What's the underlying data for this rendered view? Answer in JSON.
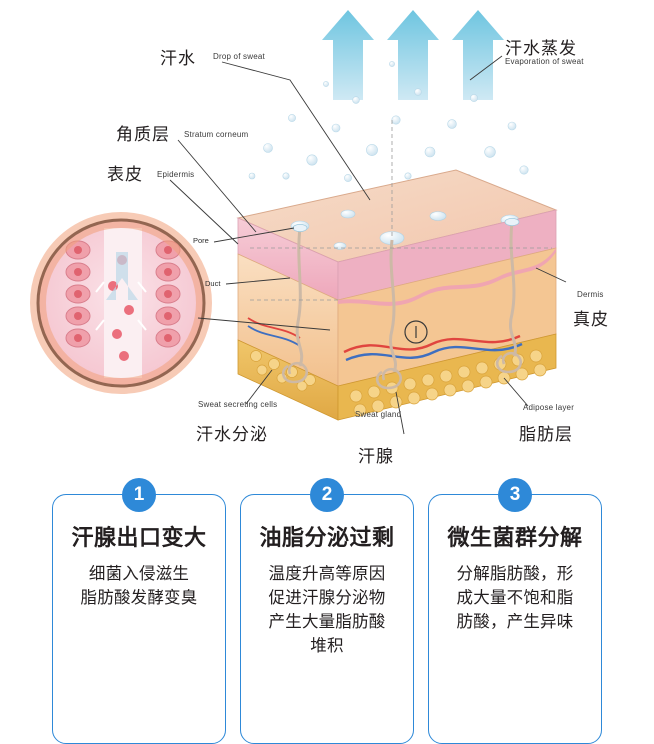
{
  "illustration": {
    "labels": {
      "sweat_cn": "汗水",
      "sweat_en": "Drop of sweat",
      "evaporation_cn": "汗水蒸发",
      "evaporation_en": "Evaporation of sweat",
      "stratum_cn": "角质层",
      "stratum_en": "Stratum corneum",
      "epidermis_cn": "表皮",
      "epidermis_en": "Epidermis",
      "pore_en": "Pore",
      "duct_en": "Duct",
      "dermis_en": "Dermis",
      "dermis_cn": "真皮",
      "adipose_en": "Adipose layer",
      "adipose_cn": "脂肪层",
      "sweat_gland_en": "Sweat gland",
      "sweat_gland_cn": "汗腺",
      "secreting_en": "Sweat secreting cells",
      "secreting_cn": "汗水分泌"
    },
    "colors": {
      "epidermis": "#f2b7c6",
      "dermis": "#f5c9a0",
      "adipose": "#e8b457",
      "arrow": "#8ed0e8",
      "accent": "#2e89d8"
    }
  },
  "cards": [
    {
      "number": "1",
      "title": "汗腺出口变大",
      "body": "细菌入侵滋生\n脂肪酸发酵变臭"
    },
    {
      "number": "2",
      "title": "油脂分泌过剩",
      "body": "温度升高等原因\n促进汗腺分泌物\n产生大量脂肪酸\n堆积"
    },
    {
      "number": "3",
      "title": "微生菌群分解",
      "body": "分解脂肪酸，形\n成大量不饱和脂\n肪酸，产生异味"
    }
  ]
}
